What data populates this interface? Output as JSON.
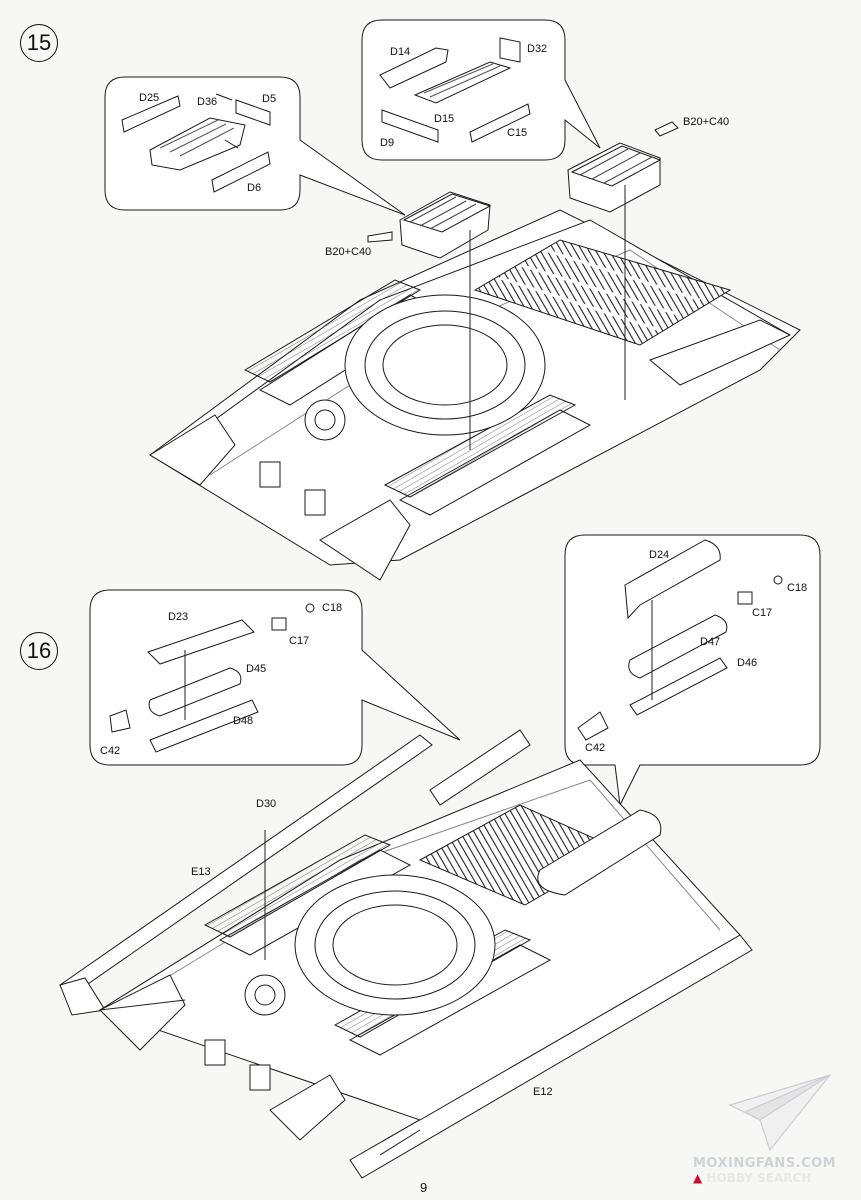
{
  "page_number": "9",
  "step15": {
    "number": "15",
    "callout_left": {
      "labels": [
        "D25",
        "D36",
        "D5",
        "D6"
      ]
    },
    "callout_right": {
      "labels": [
        "D14",
        "D32",
        "D15",
        "D9",
        "C15"
      ]
    },
    "labels": [
      "B20+C40",
      "B20+C40"
    ]
  },
  "step16": {
    "number": "16",
    "callout_left": {
      "labels": [
        "D23",
        "C18",
        "C17",
        "D45",
        "C42",
        "D48"
      ]
    },
    "callout_right": {
      "labels": [
        "D24",
        "C18",
        "C17",
        "D47",
        "D46",
        "C42"
      ]
    },
    "labels": [
      "D30",
      "E13",
      "E12"
    ]
  },
  "watermark": {
    "line1": "MOXINGFANS.COM",
    "line2": "HOBBY SEARCH",
    "logo_icon": "paper-plane-icon"
  }
}
